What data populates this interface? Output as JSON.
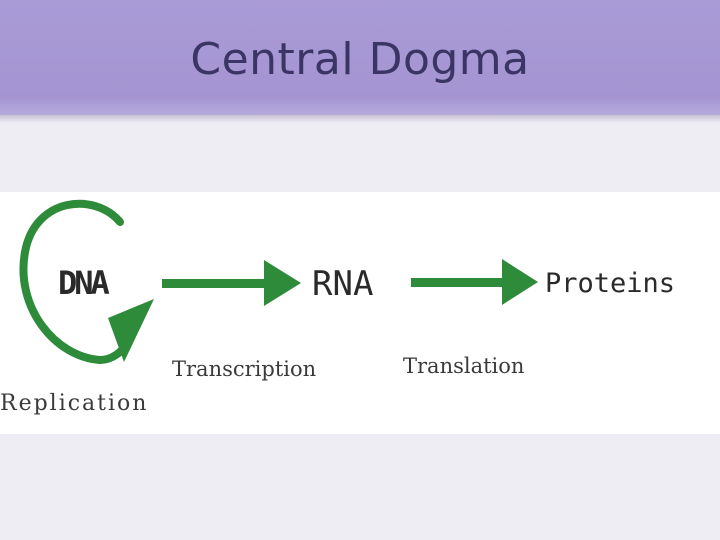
{
  "slide": {
    "title": "Central Dogma"
  },
  "diagram": {
    "nodes": {
      "dna": "DNA",
      "rna": "RNA",
      "proteins": "Proteins"
    },
    "processes": {
      "replication": "Replication",
      "transcription": "Transcription",
      "translation": "Translation"
    },
    "colors": {
      "arrow": "#2e8b3a",
      "text": "#2a2a2a",
      "title_bar": "#a99bd6",
      "title_text": "#3b3566"
    }
  }
}
